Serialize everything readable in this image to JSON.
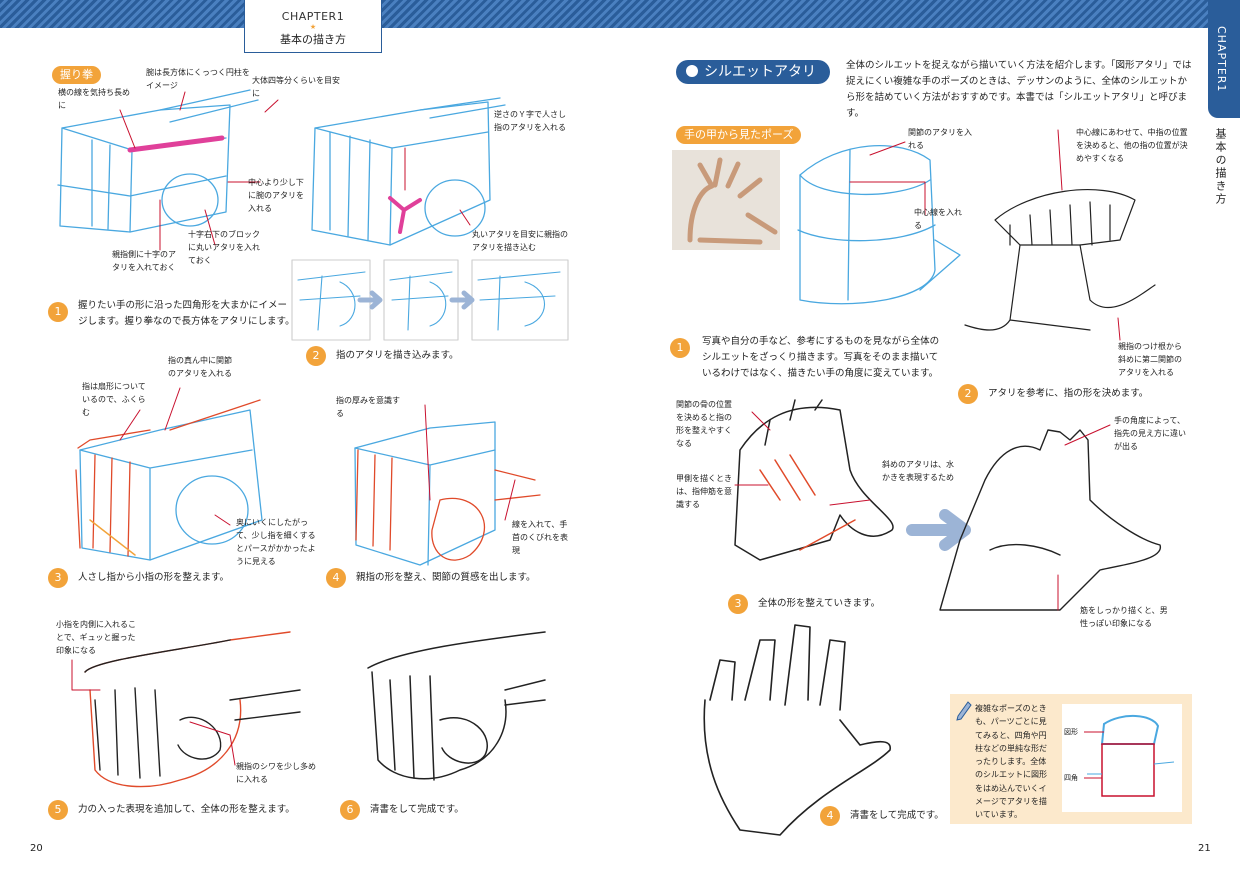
{
  "header": {
    "chapter_label": "CHAPTER1",
    "chapter_title": "基本の描き方",
    "side_tab_label": "CHAPTER1",
    "side_title": "基本の描き方"
  },
  "left_page": {
    "section_tag": "握り拳",
    "annotations": {
      "a1": "横の線を気持ち長めに",
      "a2": "腕は長方体にくっつく円柱をイメージ",
      "a3": "大体四等分くらいを目安に",
      "a4": "逆さのＹ字で人さし指のアタリを入れる",
      "a5": "中心より少し下に腕のアタリを入れる",
      "a6": "親指側に十字のアタリを入れておく",
      "a7": "十字右下のブロックに丸いアタリを入れておく",
      "a8": "丸いアタリを目安に親指のアタリを描き込む",
      "a9": "指の真ん中に関節のアタリを入れる",
      "a10": "指は扇形についているので、ふくらむ",
      "a11": "指の厚みを意識する",
      "a12": "奥にいくにしたがって、少し指を細くするとパースがかかったように見える",
      "a13": "線を入れて、手首のくびれを表現",
      "a14": "小指を内側に入れることで、ギュッと握った印象になる",
      "a15": "親指のシワを少し多めに入れる"
    },
    "steps": [
      {
        "num": "1",
        "text": "握りたい手の形に沿った四角形を大まかにイメージします。握り拳なので長方体をアタリにします。"
      },
      {
        "num": "2",
        "text": "指のアタリを描き込みます。"
      },
      {
        "num": "3",
        "text": "人さし指から小指の形を整えます。"
      },
      {
        "num": "4",
        "text": "親指の形を整え、関節の質感を出します。"
      },
      {
        "num": "5",
        "text": "力の入った表現を追加して、全体の形を整えます。"
      },
      {
        "num": "6",
        "text": "清書をして完成です。"
      }
    ],
    "page_number": "20"
  },
  "right_page": {
    "section_title": "シルエットアタリ",
    "intro": "全体のシルエットを捉えながら描いていく方法を紹介します。「図形アタリ」では捉えにくい複雑な手のポーズのときは、デッサンのように、全体のシルエットから形を詰めていく方法がおすすめです。本書では「シルエットアタリ」と呼びます。",
    "section_tag": "手の甲から見たポーズ",
    "annotations": {
      "b1": "関節のアタリを入れる",
      "b2": "中心線を入れる",
      "b3": "中心線にあわせて、中指の位置を決めると、他の指の位置が決めやすくなる",
      "b4": "親指のつけ根から斜めに第二関節のアタリを入れる",
      "b5": "関節の骨の位置を決めると指の形を整えやすくなる",
      "b6": "甲側を描くときは、指伸筋を意識する",
      "b7": "斜めのアタリは、水かきを表現するため",
      "b8": "手の角度によって、指先の見え方に違いが出る",
      "b9": "筋をしっかり描くと、男性っぽい印象になる"
    },
    "steps": [
      {
        "num": "1",
        "text": "写真や自分の手など、参考にするものを見ながら全体のシルエットをざっくり描きます。写真をそのまま描いているわけではなく、描きたい手の角度に変えています。"
      },
      {
        "num": "2",
        "text": "アタリを参考に、指の形を決めます。"
      },
      {
        "num": "3",
        "text": "全体の形を整えていきます。"
      },
      {
        "num": "4",
        "text": "清書をして完成です。"
      }
    ],
    "tip": {
      "text": "複雑なポーズのときも、パーツごとに見てみると、四角や円柱などの単純な形だったりします。全体のシルエットに図形をはめ込んでいくイメージでアタリを描いています。",
      "label1": "図形",
      "label2": "四角"
    },
    "page_number": "21"
  },
  "colors": {
    "header_blue": "#2a5d9a",
    "accent_orange": "#f2a33a",
    "sketch_blue": "#4aa8e0",
    "sketch_red": "#e04a2a",
    "callout_red": "#c8102e",
    "tip_bg": "#fce9cc"
  }
}
